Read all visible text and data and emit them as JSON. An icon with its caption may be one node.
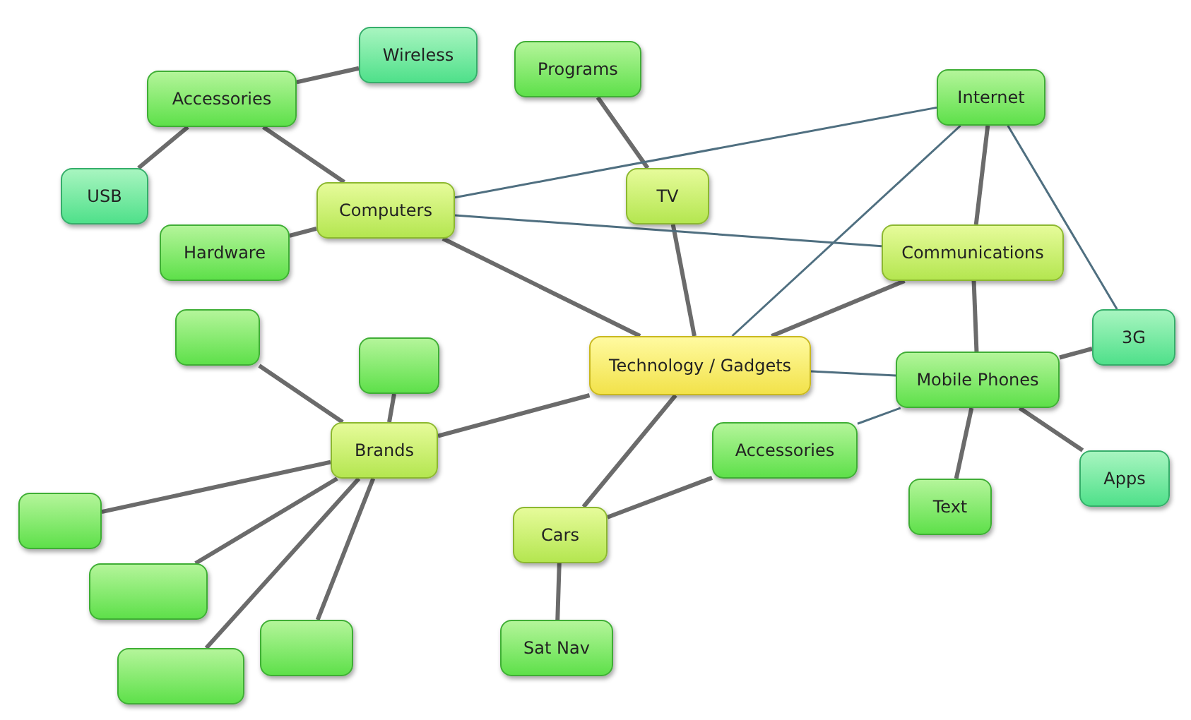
{
  "diagram": {
    "nodes": [
      {
        "text": [
          "Technology / Gadgets"
        ]
      },
      {
        "text": [
          "Computers"
        ]
      },
      {
        "text": [
          "Accessories"
        ]
      },
      {
        "text": [
          "Wireless"
        ]
      },
      {
        "text": [
          "USB"
        ]
      },
      {
        "text": [
          "Hardware"
        ]
      },
      {
        "text": [
          "Programs"
        ]
      },
      {
        "text": [
          "TV"
        ]
      },
      {
        "text": [
          "Internet"
        ]
      },
      {
        "text": [
          "Communications"
        ]
      },
      {
        "text": [
          "Mobile Phones"
        ]
      },
      {
        "text": [
          "3G"
        ]
      },
      {
        "text": [
          "Apps"
        ]
      },
      {
        "text": [
          "Text"
        ]
      },
      {
        "text": [
          "Accessories"
        ]
      },
      {
        "text": [
          "Cars"
        ]
      },
      {
        "text": [
          "Sat Nav"
        ]
      },
      {
        "text": [
          "Brands"
        ]
      },
      {
        "text": [],
        "shape": "box"
      },
      {
        "text": [],
        "shape": "box"
      },
      {
        "text": [],
        "shape": "box"
      },
      {
        "text": [],
        "shape": "box"
      },
      {
        "text": [],
        "shape": "box"
      },
      {
        "text": [],
        "shape": "box"
      }
    ],
    "edges": [
      {
        "from": 1,
        "to": 0,
        "arrow": "none"
      },
      {
        "from": 2,
        "to": 1,
        "arrow": "none"
      },
      {
        "from": 2,
        "to": 3,
        "arrow": "none"
      },
      {
        "from": 2,
        "to": 4,
        "arrow": "none"
      },
      {
        "from": 5,
        "to": 1,
        "arrow": "none"
      },
      {
        "from": 6,
        "to": 7,
        "arrow": "none"
      },
      {
        "from": 7,
        "to": 0,
        "arrow": "none"
      },
      {
        "from": 1,
        "to": 8,
        "arrow": "none",
        "color": "#4f6f80"
      },
      {
        "from": 1,
        "to": 9,
        "arrow": "none",
        "color": "#4f6f80"
      },
      {
        "from": 0,
        "to": 8,
        "arrow": "none",
        "color": "#4f6f80"
      },
      {
        "from": 8,
        "to": 9,
        "arrow": "none"
      },
      {
        "from": 8,
        "to": 11,
        "arrow": "none",
        "color": "#4f6f80"
      },
      {
        "from": 9,
        "to": 0,
        "arrow": "none"
      },
      {
        "from": 9,
        "to": 10,
        "arrow": "none"
      },
      {
        "from": 0,
        "to": 10,
        "arrow": "none",
        "color": "#4f6f80"
      },
      {
        "from": 10,
        "to": 11,
        "arrow": "none"
      },
      {
        "from": 10,
        "to": 12,
        "arrow": "none"
      },
      {
        "from": 10,
        "to": 13,
        "arrow": "none"
      },
      {
        "from": 10,
        "to": 14,
        "arrow": "none",
        "color": "#4f6f80"
      },
      {
        "from": 0,
        "to": 15,
        "arrow": "none"
      },
      {
        "from": 14,
        "to": 15,
        "arrow": "none"
      },
      {
        "from": 15,
        "to": 16,
        "arrow": "none"
      },
      {
        "from": 0,
        "to": 17,
        "arrow": "none"
      },
      {
        "from": 17,
        "to": 18,
        "arrow": "none"
      },
      {
        "from": 17,
        "to": 19,
        "arrow": "none"
      },
      {
        "from": 17,
        "to": 20,
        "arrow": "none"
      },
      {
        "from": 17,
        "to": 21,
        "arrow": "none"
      },
      {
        "from": 17,
        "to": 22,
        "arrow": "none"
      },
      {
        "from": 17,
        "to": 23,
        "arrow": "none"
      }
    ]
  }
}
